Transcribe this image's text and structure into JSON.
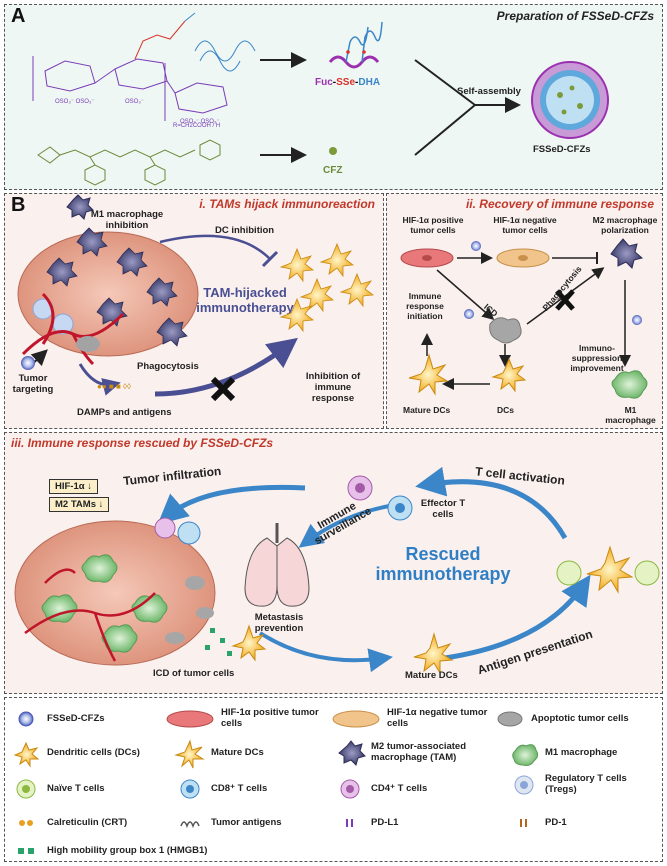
{
  "panelA": {
    "letter": "A",
    "title": "Preparation of FSSeD-CFZs",
    "chem_note": "R=CH2COOH / H",
    "fuc_label_parts": [
      "Fuc",
      "-",
      "SSe",
      "-",
      "DHA"
    ],
    "cfz_label": "CFZ",
    "self_assembly": "Self-assembly",
    "product": "FSSeD-CFZs"
  },
  "panelB": {
    "letter": "B",
    "i": {
      "title": "i. TAMs hijack immunoreaction",
      "m1_inhibition": "M1 macrophage inhibition",
      "dc_inhibition": "DC inhibition",
      "center": "TAM-hijacked immunotherapy",
      "tumor_targeting": "Tumor targeting",
      "damps": "DAMPs and antigens",
      "phagocytosis": "Phagocytosis",
      "inhibition": "Inhibition of immune response"
    },
    "ii": {
      "title": "ii. Recovery of immune response",
      "hif_pos": "HIF-1α positive tumor cells",
      "hif_neg": "HIF-1α negative tumor cells",
      "m2_pol": "M2 macrophage polarization",
      "icd": "ICD",
      "phagocytosis": "Phagocytosis",
      "immune_init": "Immune response initiation",
      "immuno_improve": "Immuno-suppression improvement",
      "mature_dcs": "Mature DCs",
      "dcs": "DCs",
      "m1": "M1 macrophage"
    },
    "iii": {
      "title": "iii. Immune response rescued by FSSeD-CFZs",
      "hif_box": "HIF-1α ↓",
      "m2_box": "M2 TAMs ↓",
      "tumor_infiltration": "Tumor infiltration",
      "t_cell_activation": "T cell activation",
      "immune_surveillance": "Immune surveillance",
      "effector": "Effector T cells",
      "rescued": "Rescued immunotherapy",
      "metastasis": "Metastasis prevention",
      "icd_tumor": "ICD of tumor cells",
      "mature_dcs": "Mature DCs",
      "antigen_presentation": "Antigen presentation"
    }
  },
  "legend": [
    {
      "icon": "fsssed-cfz-icon",
      "label": "FSSeD-CFZs"
    },
    {
      "icon": "hif-positive-cell-icon",
      "label": "HIF-1α positive tumor cells"
    },
    {
      "icon": "hif-negative-cell-icon",
      "label": "HIF-1α negative tumor cells"
    },
    {
      "icon": "apoptotic-cell-icon",
      "label": "Apoptotic tumor cells"
    },
    {
      "icon": "dendritic-cell-icon",
      "label": "Dendritic cells (DCs)"
    },
    {
      "icon": "mature-dc-icon",
      "label": "Mature DCs"
    },
    {
      "icon": "m2-tam-icon",
      "label": "M2 tumor-associated macrophage (TAM)"
    },
    {
      "icon": "m1-macrophage-icon",
      "label": "M1 macrophage"
    },
    {
      "icon": "naive-t-cell-icon",
      "label": "Naïve T cells"
    },
    {
      "icon": "cd8-t-cell-icon",
      "label": "CD8⁺ T cells"
    },
    {
      "icon": "cd4-t-cell-icon",
      "label": "CD4⁺ T cells"
    },
    {
      "icon": "treg-icon",
      "label": "Regulatory T cells (Tregs)"
    },
    {
      "icon": "calreticulin-icon",
      "label": "Calreticulin (CRT)"
    },
    {
      "icon": "tumor-antigen-icon",
      "label": "Tumor antigens"
    },
    {
      "icon": "pd-l1-icon",
      "label": "PD-L1"
    },
    {
      "icon": "pd-1-icon",
      "label": "PD-1"
    },
    {
      "icon": "hmgb1-icon",
      "label": "High mobility group box 1 (HMGB1)"
    }
  ],
  "colors": {
    "title_red": "#c0392b",
    "tam_purple": "#4a4f93",
    "rescued_blue": "#2f7fc7",
    "arrow_blue": "#3b86c8",
    "dc_yellow": "#f5b82e",
    "tumor_pink": "#e8787a",
    "m2_purple": "#5a5a8a",
    "m1_green": "#8cc98a"
  }
}
